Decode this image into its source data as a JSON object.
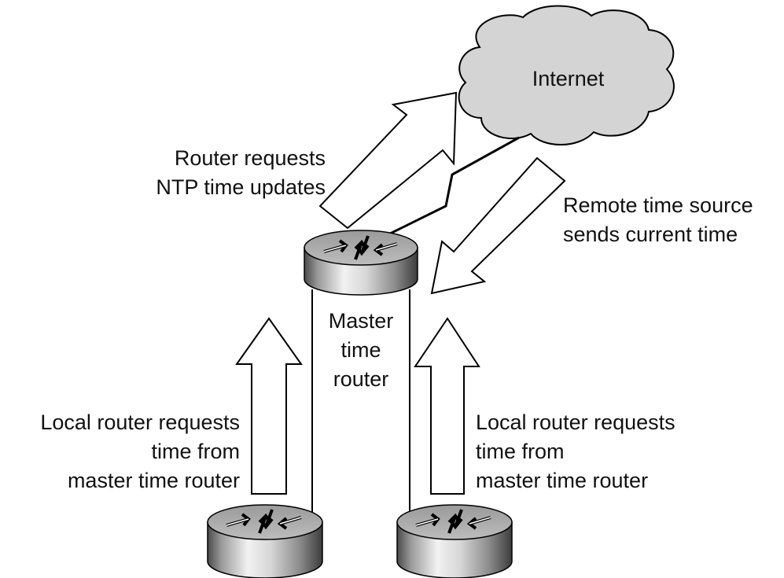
{
  "cloud_label": "Internet",
  "request_label": [
    "Router requests",
    "NTP time updates"
  ],
  "response_label": [
    "Remote time source",
    "sends current time"
  ],
  "master_label": [
    "Master",
    "time",
    "router"
  ],
  "local_left_label": [
    "Local router requests",
    "time from",
    "master time router"
  ],
  "local_right_label": [
    "Local router requests",
    "time from",
    "master time router"
  ],
  "colors": {
    "cloud_fill": "#d4d4d4",
    "router_top": "#a8a8a8",
    "router_side_dark": "#5a5a5a",
    "router_side_light": "#e8e8e8",
    "outline": "#000000"
  },
  "icons": [
    "internet-cloud-icon",
    "router-icon"
  ]
}
